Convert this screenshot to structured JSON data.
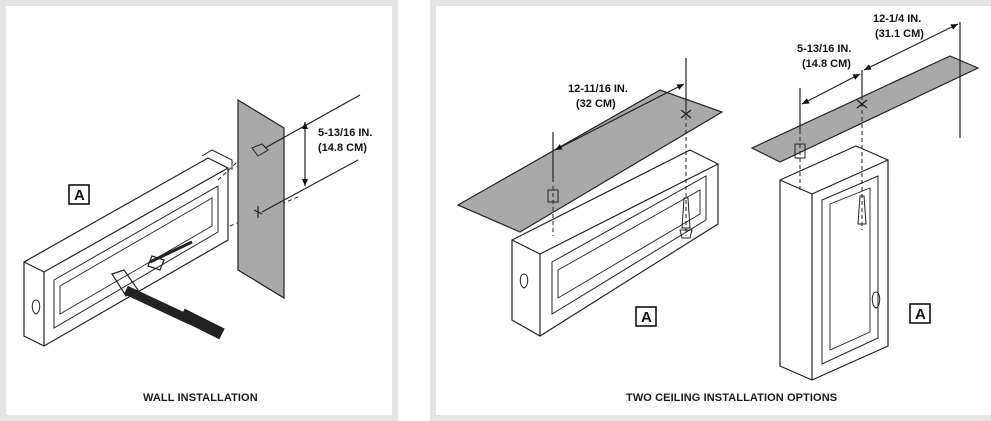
{
  "left_panel": {
    "caption": "WALL INSTALLATION",
    "dimension_line1": "5-13/16 IN.",
    "dimension_line2": "(14.8 CM)",
    "part_label": "A"
  },
  "right_panel": {
    "caption": "TWO CEILING INSTALLATION OPTIONS",
    "option1": {
      "dimension_line1": "12-11/16 IN.",
      "dimension_line2": "(32 CM)",
      "part_label": "A"
    },
    "option2": {
      "dimension_a_line1": "5-13/16 IN.",
      "dimension_a_line2": "(14.8 CM)",
      "dimension_b_line1": "12-1/4 IN.",
      "dimension_b_line2": "(31.1 CM)",
      "part_label": "A"
    }
  },
  "colors": {
    "panel_border": "#e4e4e4",
    "surface_fill": "#a9a9a9",
    "box_fill": "#f2f2f2",
    "line": "#222222"
  }
}
